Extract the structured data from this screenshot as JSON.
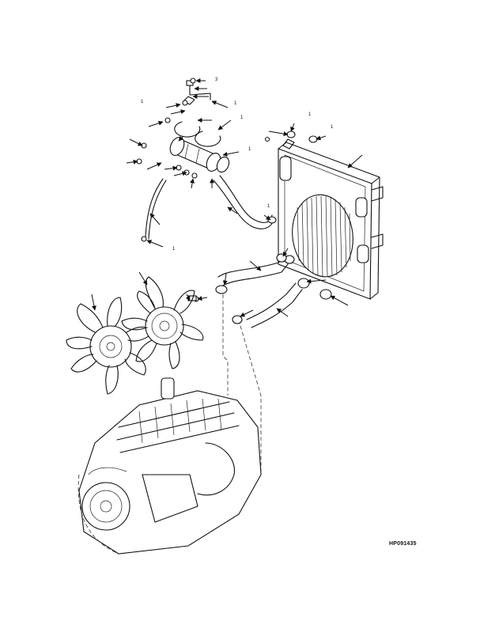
{
  "drawing": {
    "number": "HP091435"
  },
  "callouts": [
    "3",
    "1",
    "1",
    "1",
    "1",
    "1",
    "1",
    "1",
    "1"
  ]
}
